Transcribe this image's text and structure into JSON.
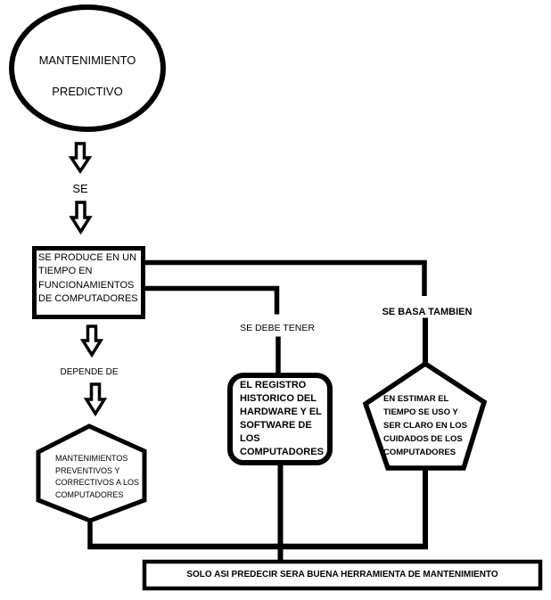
{
  "diagram": {
    "nodes": {
      "start": "MANTENIMIENTO\nPREDICTIVO",
      "process": "SE PRODUCE EN UN\nTIEMPO EN\nFUNCIONAMIENTOS\nDE COMPUTADORES",
      "maintenance_hexagon": "MANTENIMIENTOS\nPREVENTIVOS Y\nCORRECTIVOS A LOS\nCOMPUTADORES",
      "registry_rounded": "EL REGISTRO\nHISTORICO DEL\nHARDWARE Y EL\nSOFTWARE DE\nLOS\nCOMPUTADORES",
      "estimate_pentagon": "EN ESTIMAR EL\nTIEMPO SE USO Y\nSER CLARO EN LOS\nCUIDADOS DE LOS\nCOMPUTADORES",
      "conclusion": "SOLO ASI PREDECIR SERA BUENA HERRAMIENTA DE MANTENIMIENTO"
    },
    "edge_labels": {
      "se": "SE",
      "depende_de": "DEPENDE DE",
      "se_debe_tener": "SE DEBE TENER",
      "se_basa_tambien": "SE BASA TAMBIEN"
    },
    "colors": {
      "line": "#000000",
      "shape_fill": "#ffffff",
      "text": "#000000",
      "background": "#ffffff"
    }
  }
}
